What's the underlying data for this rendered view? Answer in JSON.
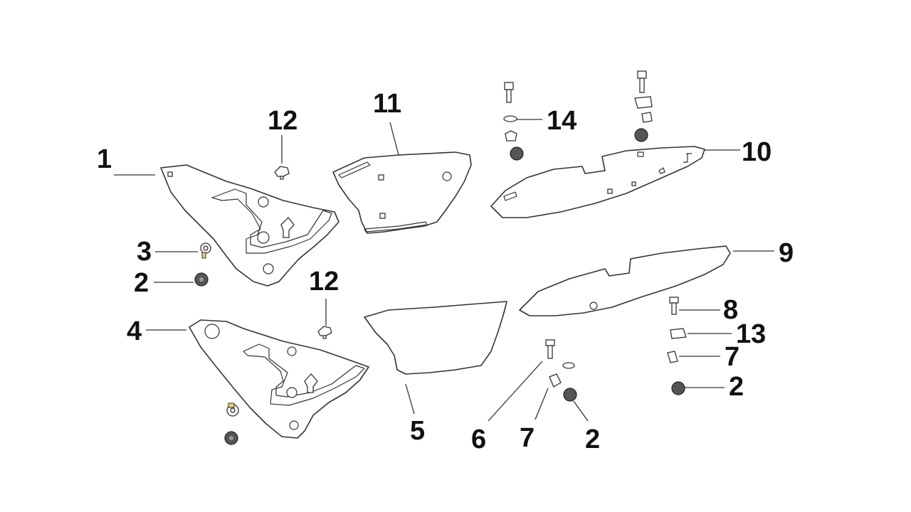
{
  "callouts": {
    "c1": "1",
    "c2a": "2",
    "c2b": "2",
    "c2c": "2",
    "c3": "3",
    "c4": "4",
    "c5": "5",
    "c6": "6",
    "c7a": "7",
    "c7b": "7",
    "c8": "8",
    "c9": "9",
    "c10": "10",
    "c11": "11",
    "c12a": "12",
    "c12b": "12",
    "c13": "13",
    "c14": "14"
  },
  "colors": {
    "line": "#333333",
    "text": "#111111",
    "background": "#ffffff",
    "screw_accent": "#e8d36a"
  }
}
